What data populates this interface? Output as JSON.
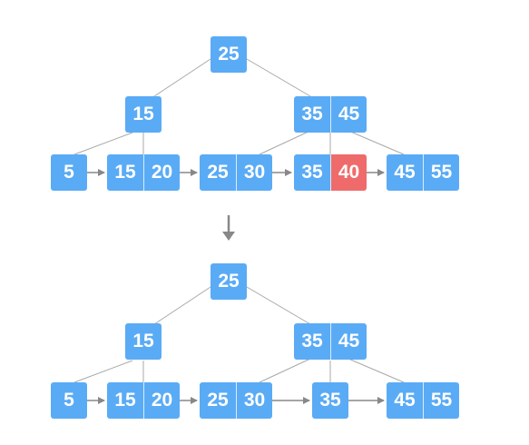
{
  "colors": {
    "node": "#5aabf5",
    "highlight": "#ef6b6b",
    "key_text": "#ffffff",
    "line": "#a8a8a8",
    "arrow": "#888888"
  },
  "transition_icon": "arrow-down-icon",
  "before": {
    "root": {
      "keys": [
        "25"
      ]
    },
    "internal": [
      {
        "keys": [
          "15"
        ]
      },
      {
        "keys": [
          "35",
          "45"
        ]
      }
    ],
    "leaves": [
      {
        "keys": [
          "5"
        ]
      },
      {
        "keys": [
          "15",
          "20"
        ]
      },
      {
        "keys": [
          "25",
          "30"
        ]
      },
      {
        "keys": [
          "35",
          "40"
        ],
        "highlight_key": "40"
      },
      {
        "keys": [
          "45",
          "55"
        ]
      }
    ]
  },
  "after": {
    "root": {
      "keys": [
        "25"
      ]
    },
    "internal": [
      {
        "keys": [
          "15"
        ]
      },
      {
        "keys": [
          "35",
          "45"
        ]
      }
    ],
    "leaves": [
      {
        "keys": [
          "5"
        ]
      },
      {
        "keys": [
          "15",
          "20"
        ]
      },
      {
        "keys": [
          "25",
          "30"
        ]
      },
      {
        "keys": [
          "35"
        ]
      },
      {
        "keys": [
          "45",
          "55"
        ]
      }
    ]
  }
}
